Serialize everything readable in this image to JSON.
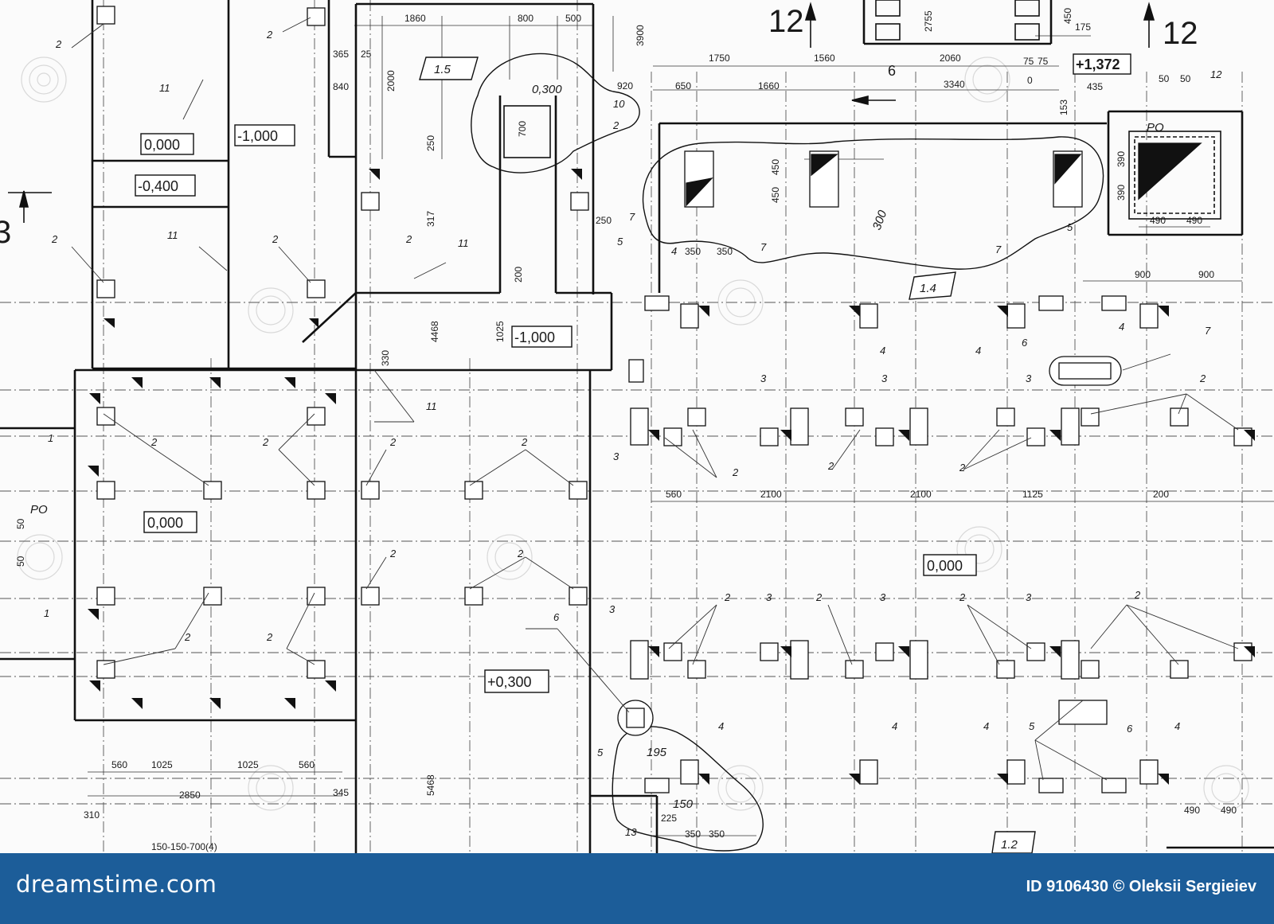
{
  "drawing": {
    "section_mark": "12",
    "section_mark_left": "3",
    "axis_mark": "6",
    "levels": [
      "0,000",
      "-1,000",
      "-0,400",
      "0,000",
      "-1,000",
      "+0,300",
      "0,000",
      "+1,372"
    ],
    "callouts": [
      "1.5",
      "1.4",
      "1.2"
    ],
    "po_labels": [
      "PO",
      "PO"
    ],
    "top_dims": [
      "1860",
      "800",
      "500",
      "3900",
      "1750",
      "1560",
      "2060",
      "75",
      "75",
      "0",
      "3340",
      "650",
      "1660",
      "920",
      "435",
      "153",
      "2755",
      "450",
      "175",
      "50",
      "50",
      "365",
      "25",
      "840",
      "2000",
      "250",
      "317",
      "200",
      "4468",
      "1025",
      "330",
      "250"
    ],
    "lower_dims": [
      "560",
      "2100",
      "2100",
      "1125",
      "200",
      "560",
      "1025",
      "1025",
      "560",
      "2850",
      "310",
      "345",
      "5468",
      "350",
      "350",
      "350",
      "350",
      "490",
      "490",
      "490",
      "490",
      "900",
      "900",
      "390",
      "390",
      "450",
      "450",
      "50",
      "50",
      "700",
      "150-150-700(4)"
    ],
    "handwritten": [
      "0,300",
      "300",
      "195",
      "150",
      "225"
    ],
    "leaders": [
      "2",
      "11",
      "1",
      "3",
      "4",
      "5",
      "6",
      "7",
      "10",
      "12",
      "13"
    ]
  },
  "footer": {
    "brand": "dreamstime.com",
    "credit": "ID 9106430 © Oleksii Sergieiev"
  },
  "colors": {
    "footer_bg": "#1c5d99",
    "ink": "#1a1a1a",
    "paper": "#fbfbfb"
  }
}
